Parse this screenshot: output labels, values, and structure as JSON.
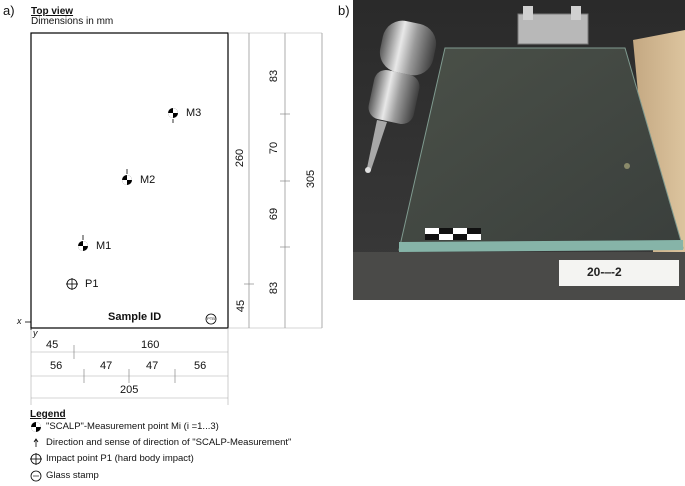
{
  "panel_a": {
    "letter": "a)",
    "title": "Top view",
    "subtitle": "Dimensions in mm",
    "sample_id": "Sample ID",
    "stamp_text": "PTB",
    "axis_x": "x",
    "axis_y": "y",
    "points": {
      "m3": "M3",
      "m2": "M2",
      "m1": "M1",
      "p1": "P1"
    },
    "vertical_dims": {
      "d83_top": "83",
      "d70": "70",
      "d69": "69",
      "d83_bottom": "83",
      "d260": "260",
      "d45": "45",
      "d305": "305"
    },
    "horizontal_dims": {
      "row1_45": "45",
      "row1_160": "160",
      "row2_56_left": "56",
      "row2_47_a": "47",
      "row2_47_b": "47",
      "row2_56_right": "56",
      "row3_205": "205"
    }
  },
  "legend": {
    "title": "Legend",
    "items": [
      {
        "icon": "scalp-measurement-point-icon",
        "text": "\"SCALP\"-Measurement point Mi (i =1...3)"
      },
      {
        "icon": "direction-arrow-icon",
        "text": "Direction and sense of direction of \"SCALP-Measurement\""
      },
      {
        "icon": "impact-point-icon",
        "text": "Impact point P1 (hard body impact)"
      },
      {
        "icon": "glass-stamp-icon",
        "text": "Glass stamp"
      }
    ]
  },
  "panel_b": {
    "letter": "b)",
    "label_card": "20-‒-2"
  }
}
